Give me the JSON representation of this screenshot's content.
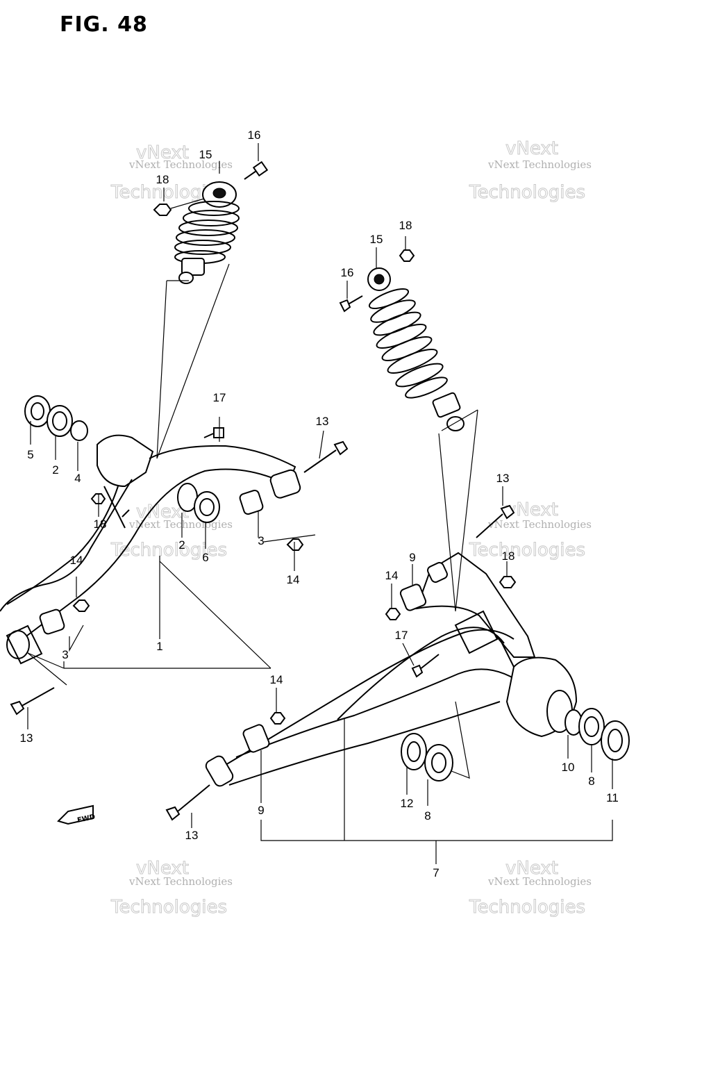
{
  "figure": {
    "title": "FIG. 48"
  },
  "watermark": {
    "line1": "vNext",
    "line2": "vNext Technologies",
    "line3": "Technologies"
  },
  "callouts": {
    "c1": "1",
    "c2": "2",
    "c3": "3",
    "c4": "4",
    "c5": "5",
    "c6": "6",
    "c7": "7",
    "c8": "8",
    "c9": "9",
    "c10": "10",
    "c11": "11",
    "c12": "12",
    "c13": "13",
    "c14": "14",
    "c15": "15",
    "c16": "16",
    "c17": "17",
    "c18": "18"
  },
  "fwd_marker": {
    "text": "FWD"
  }
}
